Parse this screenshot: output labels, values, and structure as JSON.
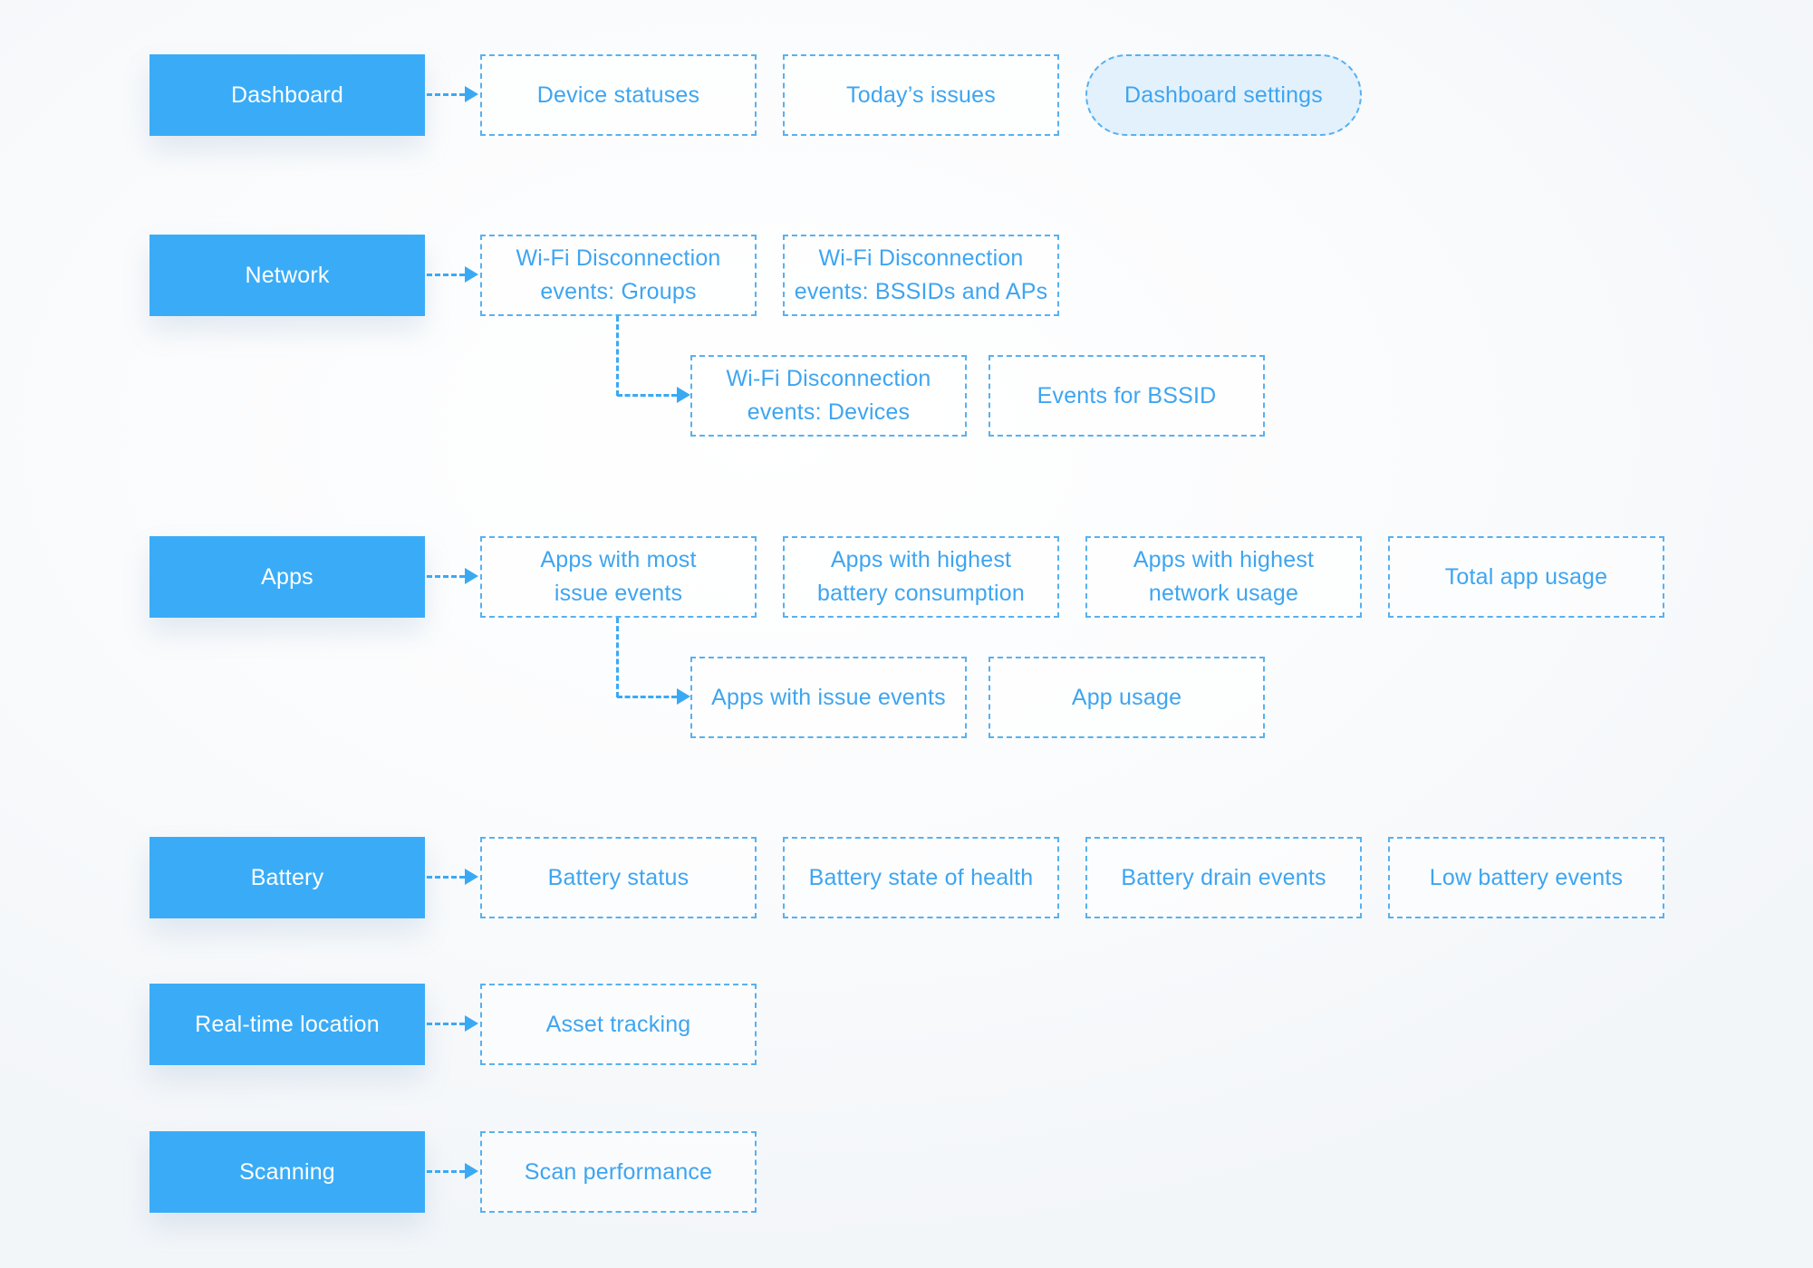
{
  "colors": {
    "solid": "#3aacf7",
    "line": "#3aa9f4",
    "border": "#57b1f1",
    "textBlue": "#3ea5f0",
    "pillBg": "#e3f1fc"
  },
  "diagram": {
    "rows": [
      {
        "parent": {
          "label": "Dashboard"
        },
        "children": [
          {
            "label": "Device statuses"
          },
          {
            "label": "Today’s issues"
          },
          {
            "label": "Dashboard settings"
          }
        ]
      },
      {
        "parent": {
          "label": "Network"
        },
        "children": [
          {
            "label": "Wi-Fi Disconnection\nevents: Groups"
          },
          {
            "label": "Wi-Fi Disconnection\nevents: BSSIDs and APs"
          }
        ],
        "subchildren": [
          {
            "label": "Wi-Fi Disconnection\nevents: Devices"
          },
          {
            "label": "Events for BSSID"
          }
        ]
      },
      {
        "parent": {
          "label": "Apps"
        },
        "children": [
          {
            "label": "Apps with most\nissue events"
          },
          {
            "label": "Apps with highest\nbattery consumption"
          },
          {
            "label": "Apps with highest\nnetwork usage"
          },
          {
            "label": "Total app usage"
          }
        ],
        "subchildren": [
          {
            "label": "Apps with issue events"
          },
          {
            "label": "App usage"
          }
        ]
      },
      {
        "parent": {
          "label": "Battery"
        },
        "children": [
          {
            "label": "Battery status"
          },
          {
            "label": "Battery state of health"
          },
          {
            "label": "Battery drain events"
          },
          {
            "label": "Low battery events"
          }
        ]
      },
      {
        "parent": {
          "label": "Real-time location"
        },
        "children": [
          {
            "label": "Asset tracking"
          }
        ]
      },
      {
        "parent": {
          "label": "Scanning"
        },
        "children": [
          {
            "label": "Scan performance"
          }
        ]
      }
    ]
  }
}
